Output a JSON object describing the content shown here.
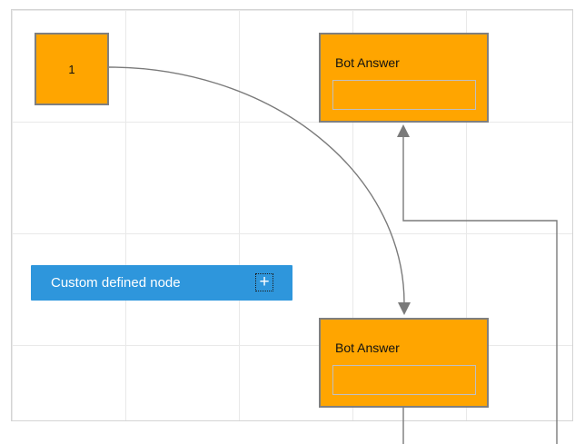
{
  "diagram": {
    "nodes": {
      "start_node": {
        "label": "1"
      },
      "bot_answer_top": {
        "title": "Bot Answer",
        "input_value": ""
      },
      "bot_answer_bottom": {
        "title": "Bot Answer",
        "input_value": ""
      },
      "custom_node": {
        "label": "Custom defined node",
        "add_icon": "+"
      }
    },
    "colors": {
      "node_orange": "#FFA500",
      "node_border_gray": "#7F7F7F",
      "inner_box_border": "#C0C0C0",
      "custom_node_blue": "#2E96DC",
      "custom_node_text": "#FFFFFF",
      "connector_gray": "#7A7A7A",
      "grid_line": "#E9E9E9",
      "canvas_border": "#D4D4D4",
      "canvas_background": "#FFFFFF"
    }
  }
}
